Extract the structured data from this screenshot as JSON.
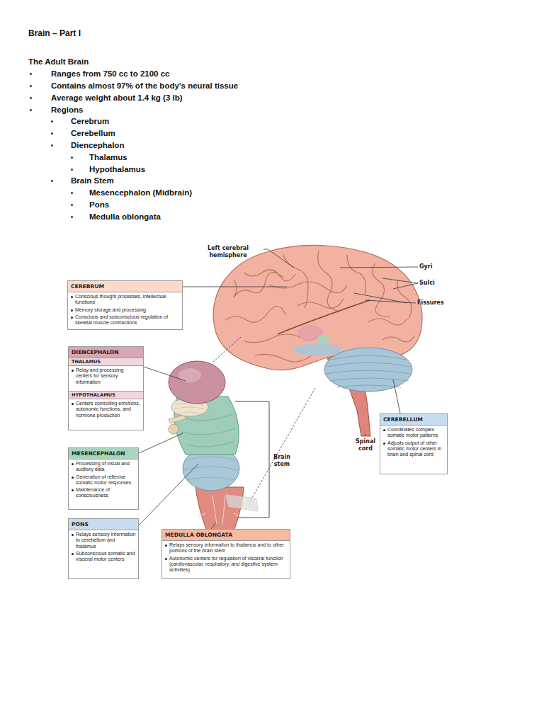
{
  "diagram": {
    "title": "Brain – Part I",
    "nodes": [
      {
        "text": [
          "CEREBRUM",
          "Conscious thought processes, intellectual functions",
          "Memory storage and processing",
          "Conscious and subconscious regulation of skeletal muscle contractions"
        ]
      },
      {
        "text": [
          "DIENCEPHALON"
        ]
      },
      {
        "text": [
          "THALAMUS",
          "Relay and processing centers for sensory information"
        ],
        "in": 1
      },
      {
        "text": [
          "HYPOTHALAMUS",
          "Centers controlling emotions, autonomic functions, and hormone production"
        ],
        "in": 1
      },
      {
        "text": [
          "MESENCEPHALON",
          "Processing of visual and auditory data",
          "Generation of reflexive somatic motor responses",
          "Maintenance of consciousness"
        ]
      },
      {
        "text": [
          "PONS",
          "Relays sensory information to cerebellum and thalamus",
          "Subconscious somatic and visceral motor centers"
        ]
      },
      {
        "text": [
          "MEDULLA OBLONGATA",
          "Relays sensory information to thalamus and to other portions of the brain stem",
          "Autonomic centers for regulation of visceral function (cardiovascular, respiratory, and digestive system activities)"
        ]
      },
      {
        "text": [
          "CEREBELLUM",
          "Coordinates complex somatic motor patterns",
          "Adjusts output of other somatic motor centers in brain and spinal cord"
        ]
      }
    ],
    "labels": [
      "The Adult Brain",
      "Ranges from 750 cc to 2100 cc",
      "Contains almost 97% of the body’s neural tissue",
      "Average weight about 1.4 kg (3 lb)",
      "Regions",
      "Cerebrum",
      "Cerebellum",
      "Diencephalon",
      "Thalamus",
      "Hypothalamus",
      "Brain Stem",
      "Mesencephalon (Midbrain)",
      "Pons",
      "Medulla oblongata",
      "Left cerebral hemisphere",
      "Gyri",
      "Sulci",
      "Fissures",
      "Spinal cord",
      "Brain stem"
    ]
  }
}
